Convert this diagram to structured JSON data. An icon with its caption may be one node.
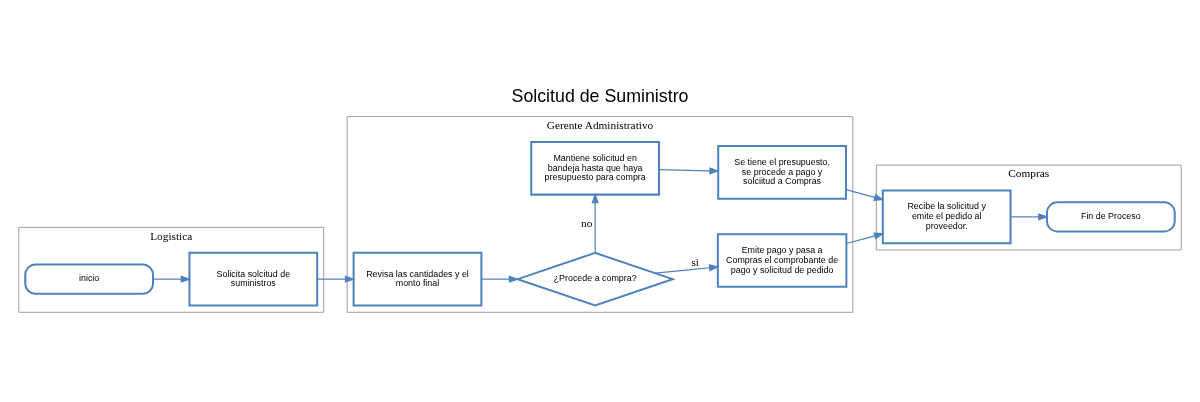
{
  "diagram": {
    "title": "Solcitud de Suministro",
    "nodes": [
      {
        "text": [
          "Logistica"
        ]
      },
      {
        "text": [
          "inicio"
        ],
        "in": 0
      },
      {
        "text": [
          "Solicita solcitud de suministros"
        ],
        "in": 0
      },
      {
        "text": [
          "Gerente Administrativo"
        ]
      },
      {
        "text": [
          "Revisa las cantidades y el monto final"
        ],
        "in": 3
      },
      {
        "text": [
          "¿Procede a compra?"
        ],
        "in": 3
      },
      {
        "text": [
          "Emite pago y pasa a Compras el comprobante de pago y solicitud de pedido"
        ],
        "in": 3
      },
      {
        "text": [
          "Mantiene solicitud en bandeja hasta que haya presupuesto para compra"
        ],
        "in": 3
      },
      {
        "text": [
          "Se tiene el presupuesto, se procede a pago y solciitud a Compras"
        ],
        "in": 3
      },
      {
        "text": [
          "Compras"
        ]
      },
      {
        "text": [
          "Recibe la solicitud y emite el pedido al proveedor."
        ],
        "in": 9
      },
      {
        "text": [
          "Fin de Proceso"
        ],
        "in": 9
      }
    ],
    "edges": [
      {
        "from": 1,
        "to": 2,
        "arrow": "to"
      },
      {
        "from": 2,
        "to": 4,
        "arrow": "to"
      },
      {
        "from": 4,
        "to": 5,
        "arrow": "to"
      },
      {
        "from": 5,
        "to": 6,
        "arrow": "to",
        "label": "si"
      },
      {
        "from": 5,
        "to": 7,
        "arrow": "to",
        "label": "no"
      },
      {
        "from": 6,
        "to": 10,
        "arrow": "to"
      },
      {
        "from": 7,
        "to": 8,
        "arrow": "to"
      },
      {
        "from": 8,
        "to": 10,
        "arrow": "to"
      },
      {
        "from": 10,
        "to": 11,
        "arrow": "to"
      }
    ]
  }
}
